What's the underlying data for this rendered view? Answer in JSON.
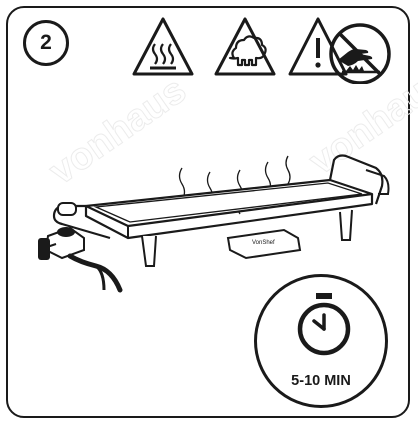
{
  "step": {
    "number": "2"
  },
  "warnings": [
    {
      "icon": "hot-surface-warning-icon"
    },
    {
      "icon": "steam-warning-icon"
    },
    {
      "icon": "hand-burn-warning-icon"
    }
  ],
  "appliance": {
    "brand": "VonShef"
  },
  "timer": {
    "label": "5-10 MIN",
    "icon": "clock-icon"
  },
  "watermark": {
    "text": "vonhaus"
  },
  "colors": {
    "line": "#1a1a1a",
    "background": "#ffffff",
    "watermark": "#ececec"
  }
}
